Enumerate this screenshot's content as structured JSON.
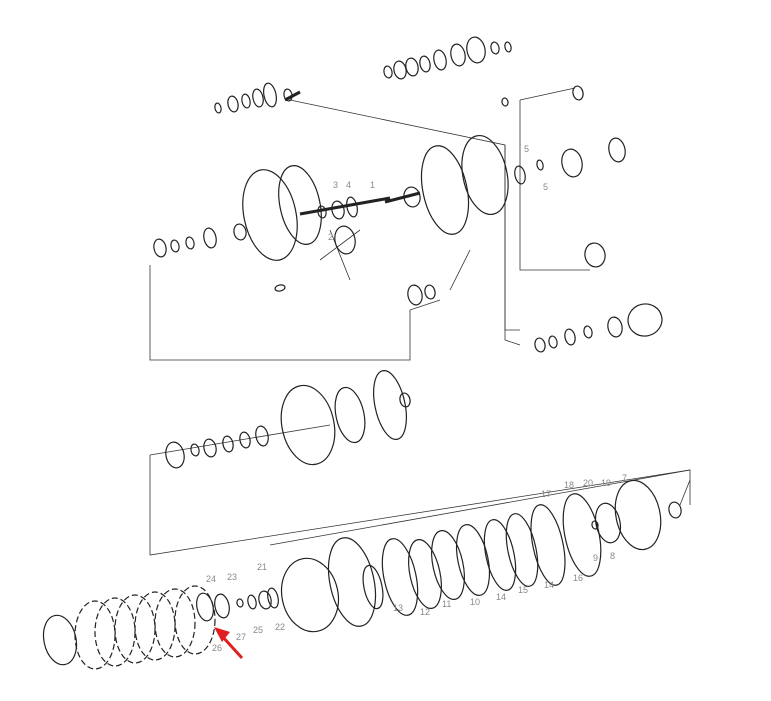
{
  "diagram": {
    "title": "Exploded parts diagram",
    "labels": {
      "top": [
        "1",
        "2",
        "3",
        "4",
        "5",
        "5"
      ],
      "bottom": [
        "24",
        "23",
        "21",
        "22",
        "25",
        "27",
        "26",
        "13",
        "12",
        "11",
        "10",
        "14",
        "15",
        "14",
        "16",
        "17",
        "18",
        "20",
        "19",
        "7",
        "8",
        "9"
      ]
    },
    "highlight_color": "#e02020"
  }
}
